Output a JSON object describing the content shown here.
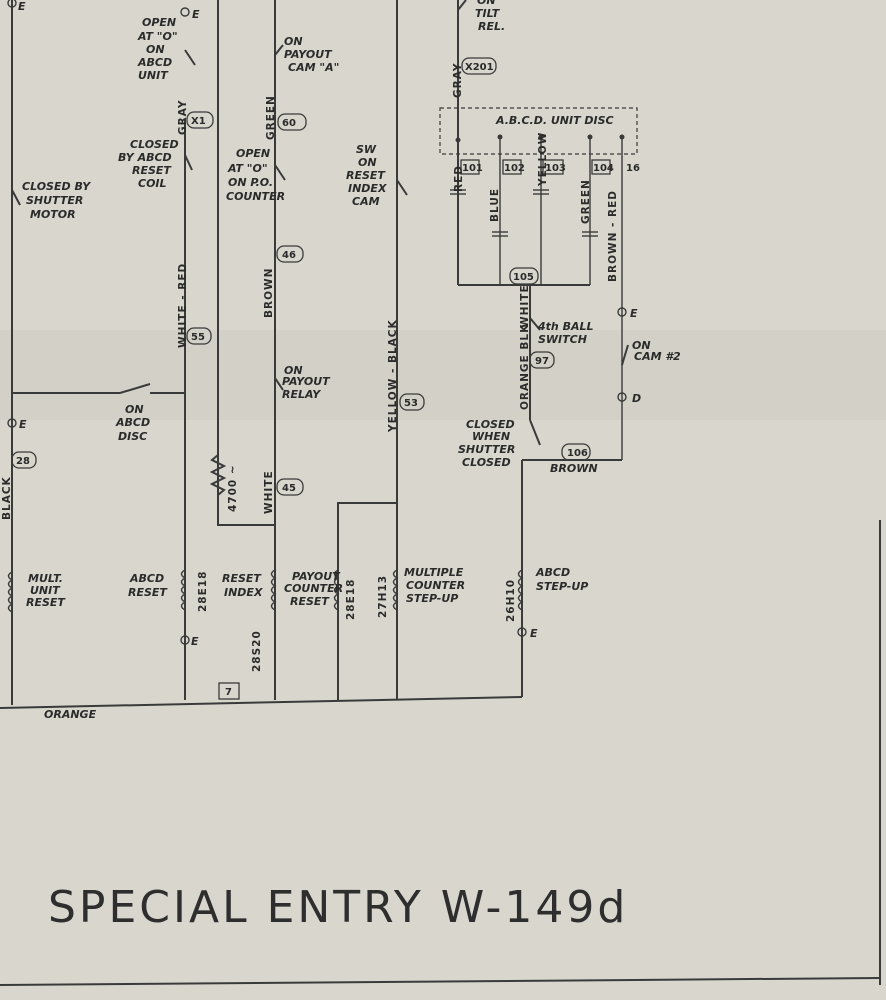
{
  "diagram": {
    "title": "SPECIAL ENTRY W-149d",
    "labels": {
      "open_at_o_abcd_1": "OPEN",
      "open_at_o_abcd_2": "AT \"O\"",
      "open_at_o_abcd_3": "ON",
      "open_at_o_abcd_4": "ABCD",
      "open_at_o_abcd_5": "UNIT",
      "on_payout_cam_1": "ON",
      "on_payout_cam_2": "PAYOUT",
      "on_payout_cam_3": "CAM \"A\"",
      "on_tilt_1": "ON",
      "on_tilt_2": "TILT",
      "on_tilt_3": "REL.",
      "closed_abcd_1": "CLOSED",
      "closed_abcd_2": "BY ABCD",
      "closed_abcd_3": "RESET",
      "closed_abcd_4": "COIL",
      "open_po_1": "OPEN",
      "open_po_2": "AT \"O\"",
      "open_po_3": "ON P.O.",
      "open_po_4": "COUNTER",
      "sw_reset_1": "SW",
      "sw_reset_2": "ON",
      "sw_reset_3": "RESET",
      "sw_reset_4": "INDEX",
      "sw_reset_5": "CAM",
      "closed_shutter_motor_1": "CLOSED BY",
      "closed_shutter_motor_2": "SHUTTER",
      "closed_shutter_motor_3": "MOTOR",
      "abcd_unit_disc": "A.B.C.D. UNIT DISC",
      "on_abcd_disc_1": "ON",
      "on_abcd_disc_2": "ABCD",
      "on_abcd_disc_3": "DISC",
      "on_payout_relay_1": "ON",
      "on_payout_relay_2": "PAYOUT",
      "on_payout_relay_3": "RELAY",
      "fourth_ball_1": "4th BALL",
      "fourth_ball_2": "SWITCH",
      "on_cam2_1": "ON",
      "on_cam2_2": "CAM #2",
      "closed_when_1": "CLOSED",
      "closed_when_2": "WHEN",
      "closed_when_3": "SHUTTER",
      "closed_when_4": "CLOSED",
      "resistor": "4700 ~",
      "mult_unit_reset_1": "MULT.",
      "mult_unit_reset_2": "UNIT",
      "mult_unit_reset_3": "RESET",
      "abcd_reset_1": "ABCD",
      "abcd_reset_2": "RESET",
      "reset_index_1": "RESET",
      "reset_index_2": "INDEX",
      "payout_counter_reset_1": "PAYOUT",
      "payout_counter_reset_2": "COUNTER",
      "payout_counter_reset_3": "RESET",
      "multiple_counter_1": "MULTIPLE",
      "multiple_counter_2": "COUNTER",
      "multiple_counter_3": "STEP-UP",
      "abcd_stepup_1": "ABCD",
      "abcd_stepup_2": "STEP-UP"
    },
    "wire_colors": {
      "gray_1": "GRAY",
      "gray_2": "GRAY",
      "green": "GREEN",
      "white_red": "WHITE - RED",
      "brown": "BROWN",
      "yellow_black": "YELLOW - BLACK",
      "white": "WHITE",
      "black": "BLACK",
      "orange": "ORANGE",
      "red": "RED",
      "blue": "BLUE",
      "yellow": "YELLOW",
      "green_2": "GREEN",
      "brown_red": "BROWN - RED",
      "white_2": "WHITE",
      "orange_blk": "ORANGE BLK",
      "brown_2": "BROWN"
    },
    "terminals": {
      "x1": "X1",
      "x201": "X201",
      "t60": "60",
      "t46": "46",
      "t55": "55",
      "t53": "53",
      "t45": "45",
      "t28": "28",
      "t7": "7",
      "t101": "101",
      "t102": "102",
      "t103": "103",
      "t104": "104",
      "t16": "16",
      "t105": "105",
      "t97": "97",
      "t106": "106"
    },
    "coil_codes": {
      "c28e18_1": "28E18",
      "c28s20": "28S20",
      "c28e18_2": "28E18",
      "c27h13": "27H13",
      "c26h10": "26H10"
    },
    "ground_marks": {
      "e": "E",
      "d": "D"
    }
  }
}
